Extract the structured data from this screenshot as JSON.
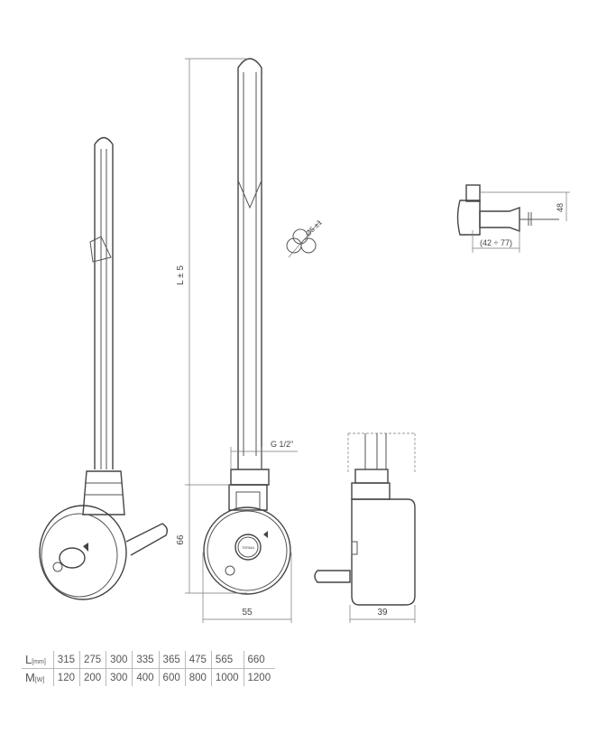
{
  "dimensions": {
    "length": "L ± 5",
    "thread": "G 1/2\"",
    "height": "66",
    "width": "55",
    "depth": "39",
    "diameter": "Ø5 ±1",
    "top_height": "48",
    "range": "(42 ÷ 77)"
  },
  "knob": {
    "brand": "TERMA"
  },
  "table": {
    "rows": [
      {
        "label": "L",
        "unit": "[mm]",
        "values": [
          "315",
          "275",
          "300",
          "335",
          "365",
          "475",
          "565",
          "660"
        ]
      },
      {
        "label": "M",
        "unit": "[W]",
        "values": [
          "120",
          "200",
          "300",
          "400",
          "600",
          "800",
          "1000",
          "1200"
        ]
      }
    ]
  }
}
